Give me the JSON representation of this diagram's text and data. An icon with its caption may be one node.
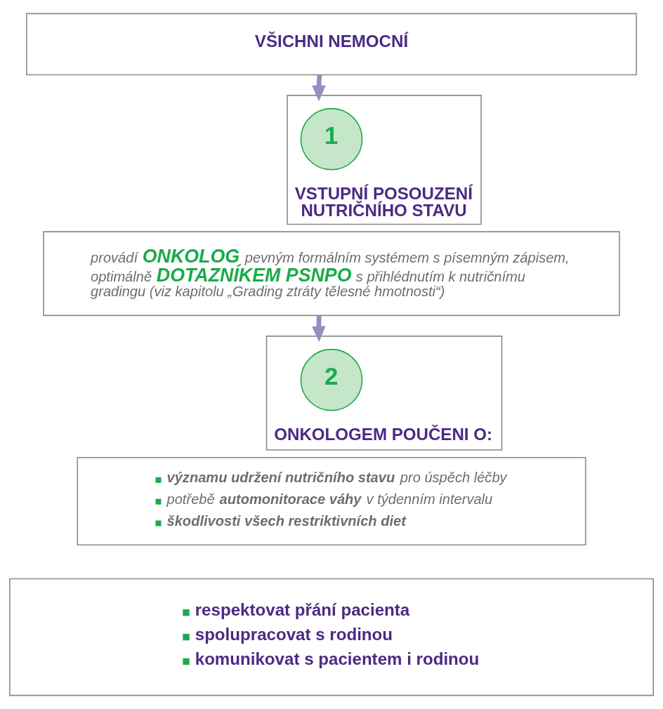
{
  "diagram": {
    "nodes": [
      {
        "text": [
          "VŠICHNI NEMOCNÍ"
        ]
      },
      {
        "text": [
          "VSTUPNÍ POSOUZENÍ NUTRIČNÍHO STAVU"
        ]
      },
      {
        "text": [
          "1"
        ],
        "in": 1
      },
      {
        "text": [
          "provádí **ONKOLOG** pevným formálním systémem s písemným zápisem, optimálně **DOTAZNÍKEM PSNPO** s přihlédnutím k nutričnímu gradingu (viz kapitolu „Grading ztráty tělesné hmotnosti“)"
        ]
      },
      {
        "text": [
          "ONKOLOGEM POUČENI O:"
        ]
      },
      {
        "text": [
          "2"
        ],
        "in": 4
      },
      {
        "text": [
          "**významu udržení nutričního stavu** pro úspěch léčby",
          "potřebě **automonitorace váhy** v týdenním intervalu",
          "**škodlivosti všech restriktivních diet**"
        ]
      },
      {
        "text": [
          "respektovat přání pacienta",
          "spolupracovat s rodinou",
          "komunikovat s pacientem i rodinou"
        ]
      }
    ],
    "edges": [
      {
        "from": 0,
        "to": 1,
        "arrow": "to"
      },
      {
        "from": 3,
        "to": 4,
        "arrow": "to"
      }
    ]
  }
}
